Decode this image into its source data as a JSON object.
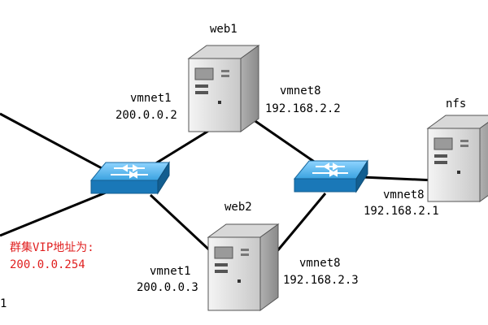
{
  "nodes": {
    "web1": {
      "name": "web1",
      "iface": "vmnet1",
      "ip": "200.0.0.2",
      "iface2": "vmnet8",
      "ip2": "192.168.2.2"
    },
    "web2": {
      "name": "web2",
      "iface": "vmnet1",
      "ip": "200.0.0.3",
      "iface2": "vmnet8",
      "ip2": "192.168.2.3"
    },
    "nfs": {
      "name": "nfs",
      "iface": "vmnet8",
      "ip": "192.168.2.1"
    }
  },
  "vip": {
    "label": "群集VIP地址为:",
    "ip": "200.0.0.254"
  },
  "edge_fragment": "1",
  "colors": {
    "line": "#000000",
    "switch_top": "#58b8ee",
    "switch_side": "#1a78b8",
    "server_body": "#e8e8e8",
    "vip_text": "#e02020"
  },
  "icons": [
    "switch-icon",
    "server-icon"
  ]
}
